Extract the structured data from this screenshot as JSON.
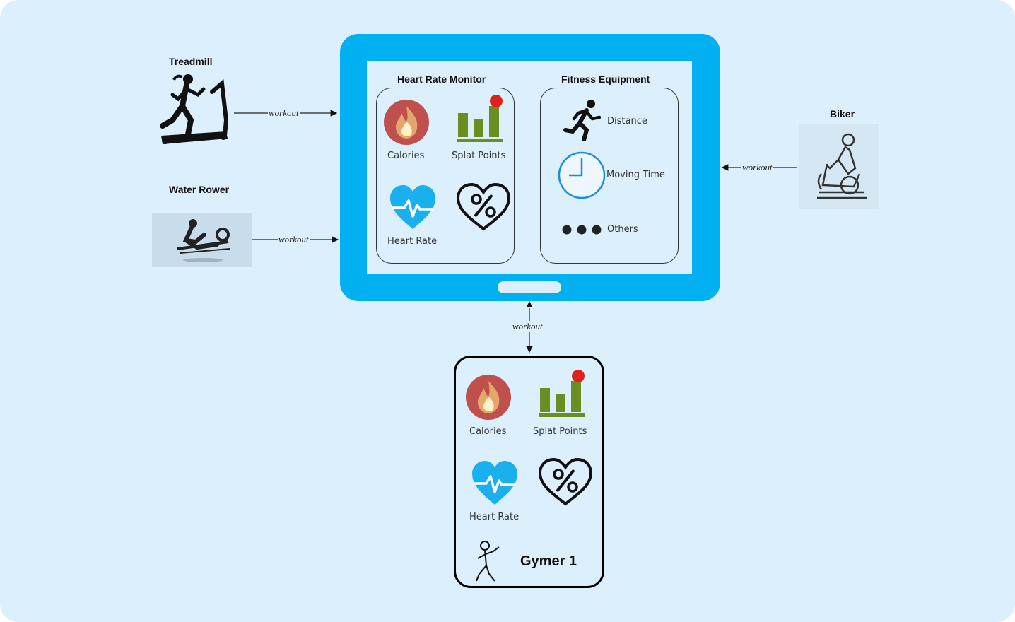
{
  "devices": {
    "treadmill": {
      "label": "Treadmill",
      "icon": "treadmill-icon"
    },
    "water_rower": {
      "label": "Water Rower",
      "icon": "rowing-machine-icon"
    },
    "biker": {
      "label": "Biker",
      "icon": "exercise-bike-icon"
    }
  },
  "edges": {
    "treadmill_to_monitor": "workout",
    "rower_to_monitor": "workout",
    "biker_to_monitor": "workout",
    "monitor_to_gymer": "workout"
  },
  "tablet": {
    "heart_rate_monitor": {
      "title": "Heart Rate Monitor",
      "metrics": [
        {
          "label": "Calories",
          "icon": "flame-icon"
        },
        {
          "label": "Splat Points",
          "icon": "bar-chart-icon"
        },
        {
          "label": "Heart Rate",
          "icon": "heart-rate-icon"
        },
        {
          "label": "",
          "icon": "heart-percent-icon"
        }
      ]
    },
    "fitness_equipment": {
      "title": "Fitness Equipment",
      "metrics": [
        {
          "label": "Distance",
          "icon": "runner-icon"
        },
        {
          "label": "Moving Time",
          "icon": "clock-icon"
        },
        {
          "label": "Others",
          "icon": "dots-icon"
        }
      ]
    }
  },
  "gymer": {
    "name": "Gymer 1",
    "metrics": [
      {
        "label": "Calories",
        "icon": "flame-icon"
      },
      {
        "label": "Splat Points",
        "icon": "bar-chart-icon"
      },
      {
        "label": "Heart Rate",
        "icon": "heart-rate-icon"
      },
      {
        "label": "",
        "icon": "heart-percent-icon"
      }
    ]
  },
  "colors": {
    "background": "#dceffd",
    "tablet": "#00b0f0",
    "flame_circle": "#c0504d",
    "bar_chart": "#6b8e23",
    "alert_dot": "#e0201b",
    "heart": "#1ab0ee",
    "clock": "#1a8fd8"
  }
}
